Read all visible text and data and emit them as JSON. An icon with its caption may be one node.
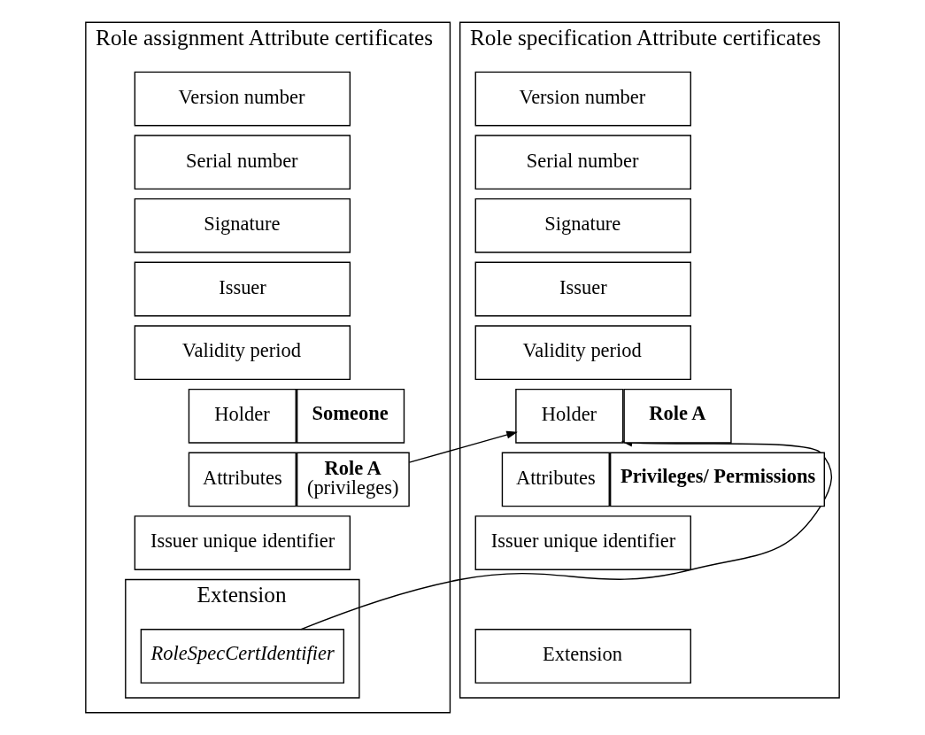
{
  "diagram": {
    "nodes": [
      {
        "text": [
          "Role assignment Attribute certificates"
        ]
      },
      {
        "text": [
          "Version number"
        ],
        "in": 0
      },
      {
        "text": [
          "Serial number"
        ],
        "in": 0
      },
      {
        "text": [
          "Signature"
        ],
        "in": 0
      },
      {
        "text": [
          "Issuer"
        ],
        "in": 0
      },
      {
        "text": [
          "Validity period"
        ],
        "in": 0
      },
      {
        "text": [
          "Holder"
        ],
        "in": 0
      },
      {
        "text": [
          "Someone"
        ],
        "in": 0
      },
      {
        "text": [
          "Attributes"
        ],
        "in": 0
      },
      {
        "text": [
          "Role A",
          "(privileges)"
        ],
        "in": 0
      },
      {
        "text": [
          "Issuer unique identifier"
        ],
        "in": 0
      },
      {
        "text": [
          "Extension"
        ],
        "in": 0
      },
      {
        "text": [
          "RoleSpecCertIdentifier"
        ],
        "in": 11
      },
      {
        "text": [
          "Role specification Attribute certificates"
        ]
      },
      {
        "text": [
          "Version number"
        ],
        "in": 13
      },
      {
        "text": [
          "Serial number"
        ],
        "in": 13
      },
      {
        "text": [
          "Signature"
        ],
        "in": 13
      },
      {
        "text": [
          "Issuer"
        ],
        "in": 13
      },
      {
        "text": [
          "Validity period"
        ],
        "in": 13
      },
      {
        "text": [
          "Holder"
        ],
        "in": 13
      },
      {
        "text": [
          "Role A"
        ],
        "in": 13
      },
      {
        "text": [
          "Attributes"
        ],
        "in": 13
      },
      {
        "text": [
          "Privileges/ Permissions"
        ],
        "in": 13
      },
      {
        "text": [
          "Issuer unique identifier"
        ],
        "in": 13
      },
      {
        "text": [
          "Extension"
        ],
        "in": 13
      }
    ],
    "edges": [
      {
        "from": 12,
        "to": 19,
        "arrow": "to"
      },
      {
        "from": 9,
        "to": 19,
        "arrow": "to"
      }
    ]
  }
}
